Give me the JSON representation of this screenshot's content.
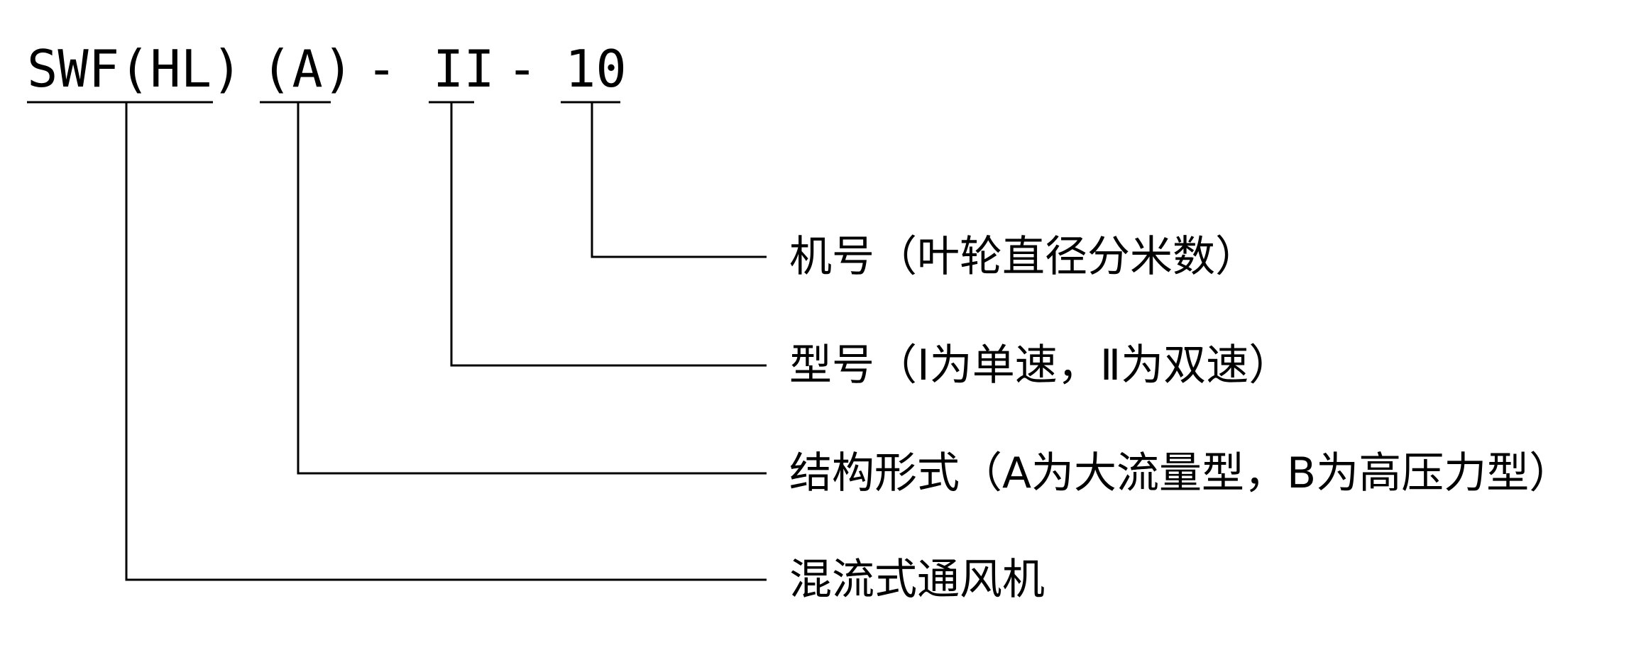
{
  "code": {
    "segments": [
      {
        "id": "type",
        "text": "SWF(HL)"
      },
      {
        "id": "structure",
        "text": "(A)"
      },
      {
        "id": "model",
        "text": "II"
      },
      {
        "id": "size",
        "text": "10"
      }
    ],
    "separators": [
      "-",
      "-"
    ]
  },
  "descriptions": [
    {
      "id": "size",
      "text": "机号（叶轮直径分米数）"
    },
    {
      "id": "model",
      "text": "型号（Ⅰ为单速，Ⅱ为双速）"
    },
    {
      "id": "structure",
      "text": "结构形式（A为大流量型，B为高压力型）"
    },
    {
      "id": "type",
      "text": "混流式通风机"
    }
  ],
  "colors": {
    "ink": "#000000",
    "background": "#ffffff"
  }
}
